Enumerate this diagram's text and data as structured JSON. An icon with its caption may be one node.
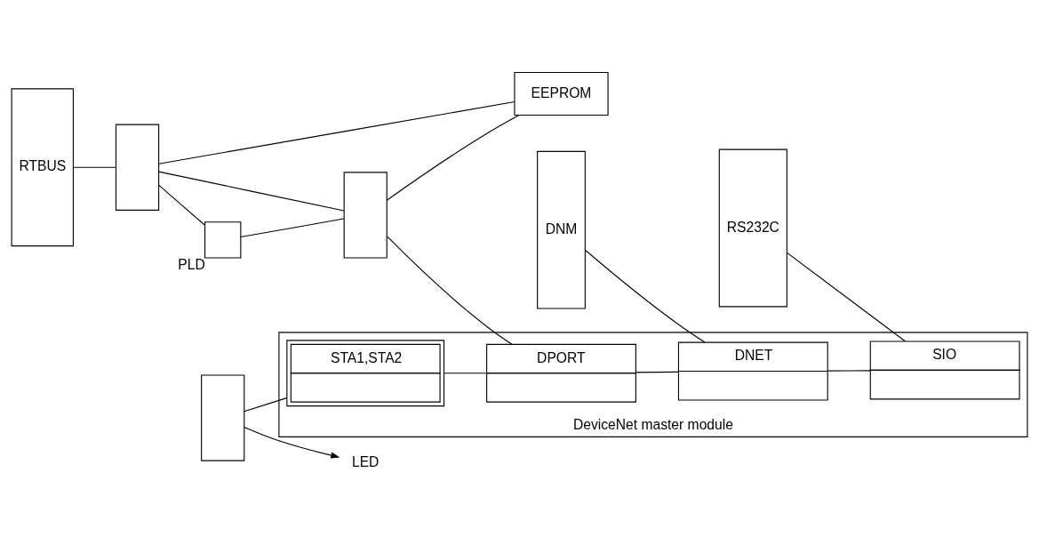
{
  "diagram": {
    "nodes": [
      {
        "text": [
          "DeviceNet master module"
        ]
      },
      {
        "text": [
          "RTBUS"
        ]
      },
      {
        "text": [],
        "shape": "box"
      },
      {
        "text": [],
        "shape": "box"
      },
      {
        "text": [
          "EEPROM"
        ]
      },
      {
        "text": [
          "PLD"
        ]
      },
      {
        "text": [],
        "shape": "box"
      },
      {
        "text": [
          "LED"
        ]
      },
      {
        "text": [
          "DNM"
        ]
      },
      {
        "text": [
          "RS232C"
        ]
      },
      {
        "text": [
          "STA1,STA2"
        ],
        "in": 0
      },
      {
        "text": [
          "DPORT"
        ],
        "in": 0
      },
      {
        "text": [
          "DNET"
        ],
        "in": 0
      },
      {
        "text": [
          "SIO"
        ],
        "in": 0
      }
    ],
    "edges": [
      {
        "from": 1,
        "to": 2,
        "arrow": "none"
      },
      {
        "from": 2,
        "to": 3,
        "arrow": "none"
      },
      {
        "from": 2,
        "to": 4,
        "arrow": "none"
      },
      {
        "from": 3,
        "to": 4,
        "arrow": "none"
      },
      {
        "from": 2,
        "to": 5,
        "arrow": "none"
      },
      {
        "from": 5,
        "to": 3,
        "arrow": "none"
      },
      {
        "from": 3,
        "to": 11,
        "arrow": "none"
      },
      {
        "from": 6,
        "to": 7,
        "arrow": "to"
      },
      {
        "from": 6,
        "to": 10,
        "arrow": "none"
      },
      {
        "from": 8,
        "to": 12,
        "arrow": "none"
      },
      {
        "from": 9,
        "to": 13,
        "arrow": "none"
      },
      {
        "from": 10,
        "to": 11,
        "arrow": "none"
      },
      {
        "from": 11,
        "to": 12,
        "arrow": "none"
      },
      {
        "from": 12,
        "to": 13,
        "arrow": "none"
      }
    ]
  }
}
